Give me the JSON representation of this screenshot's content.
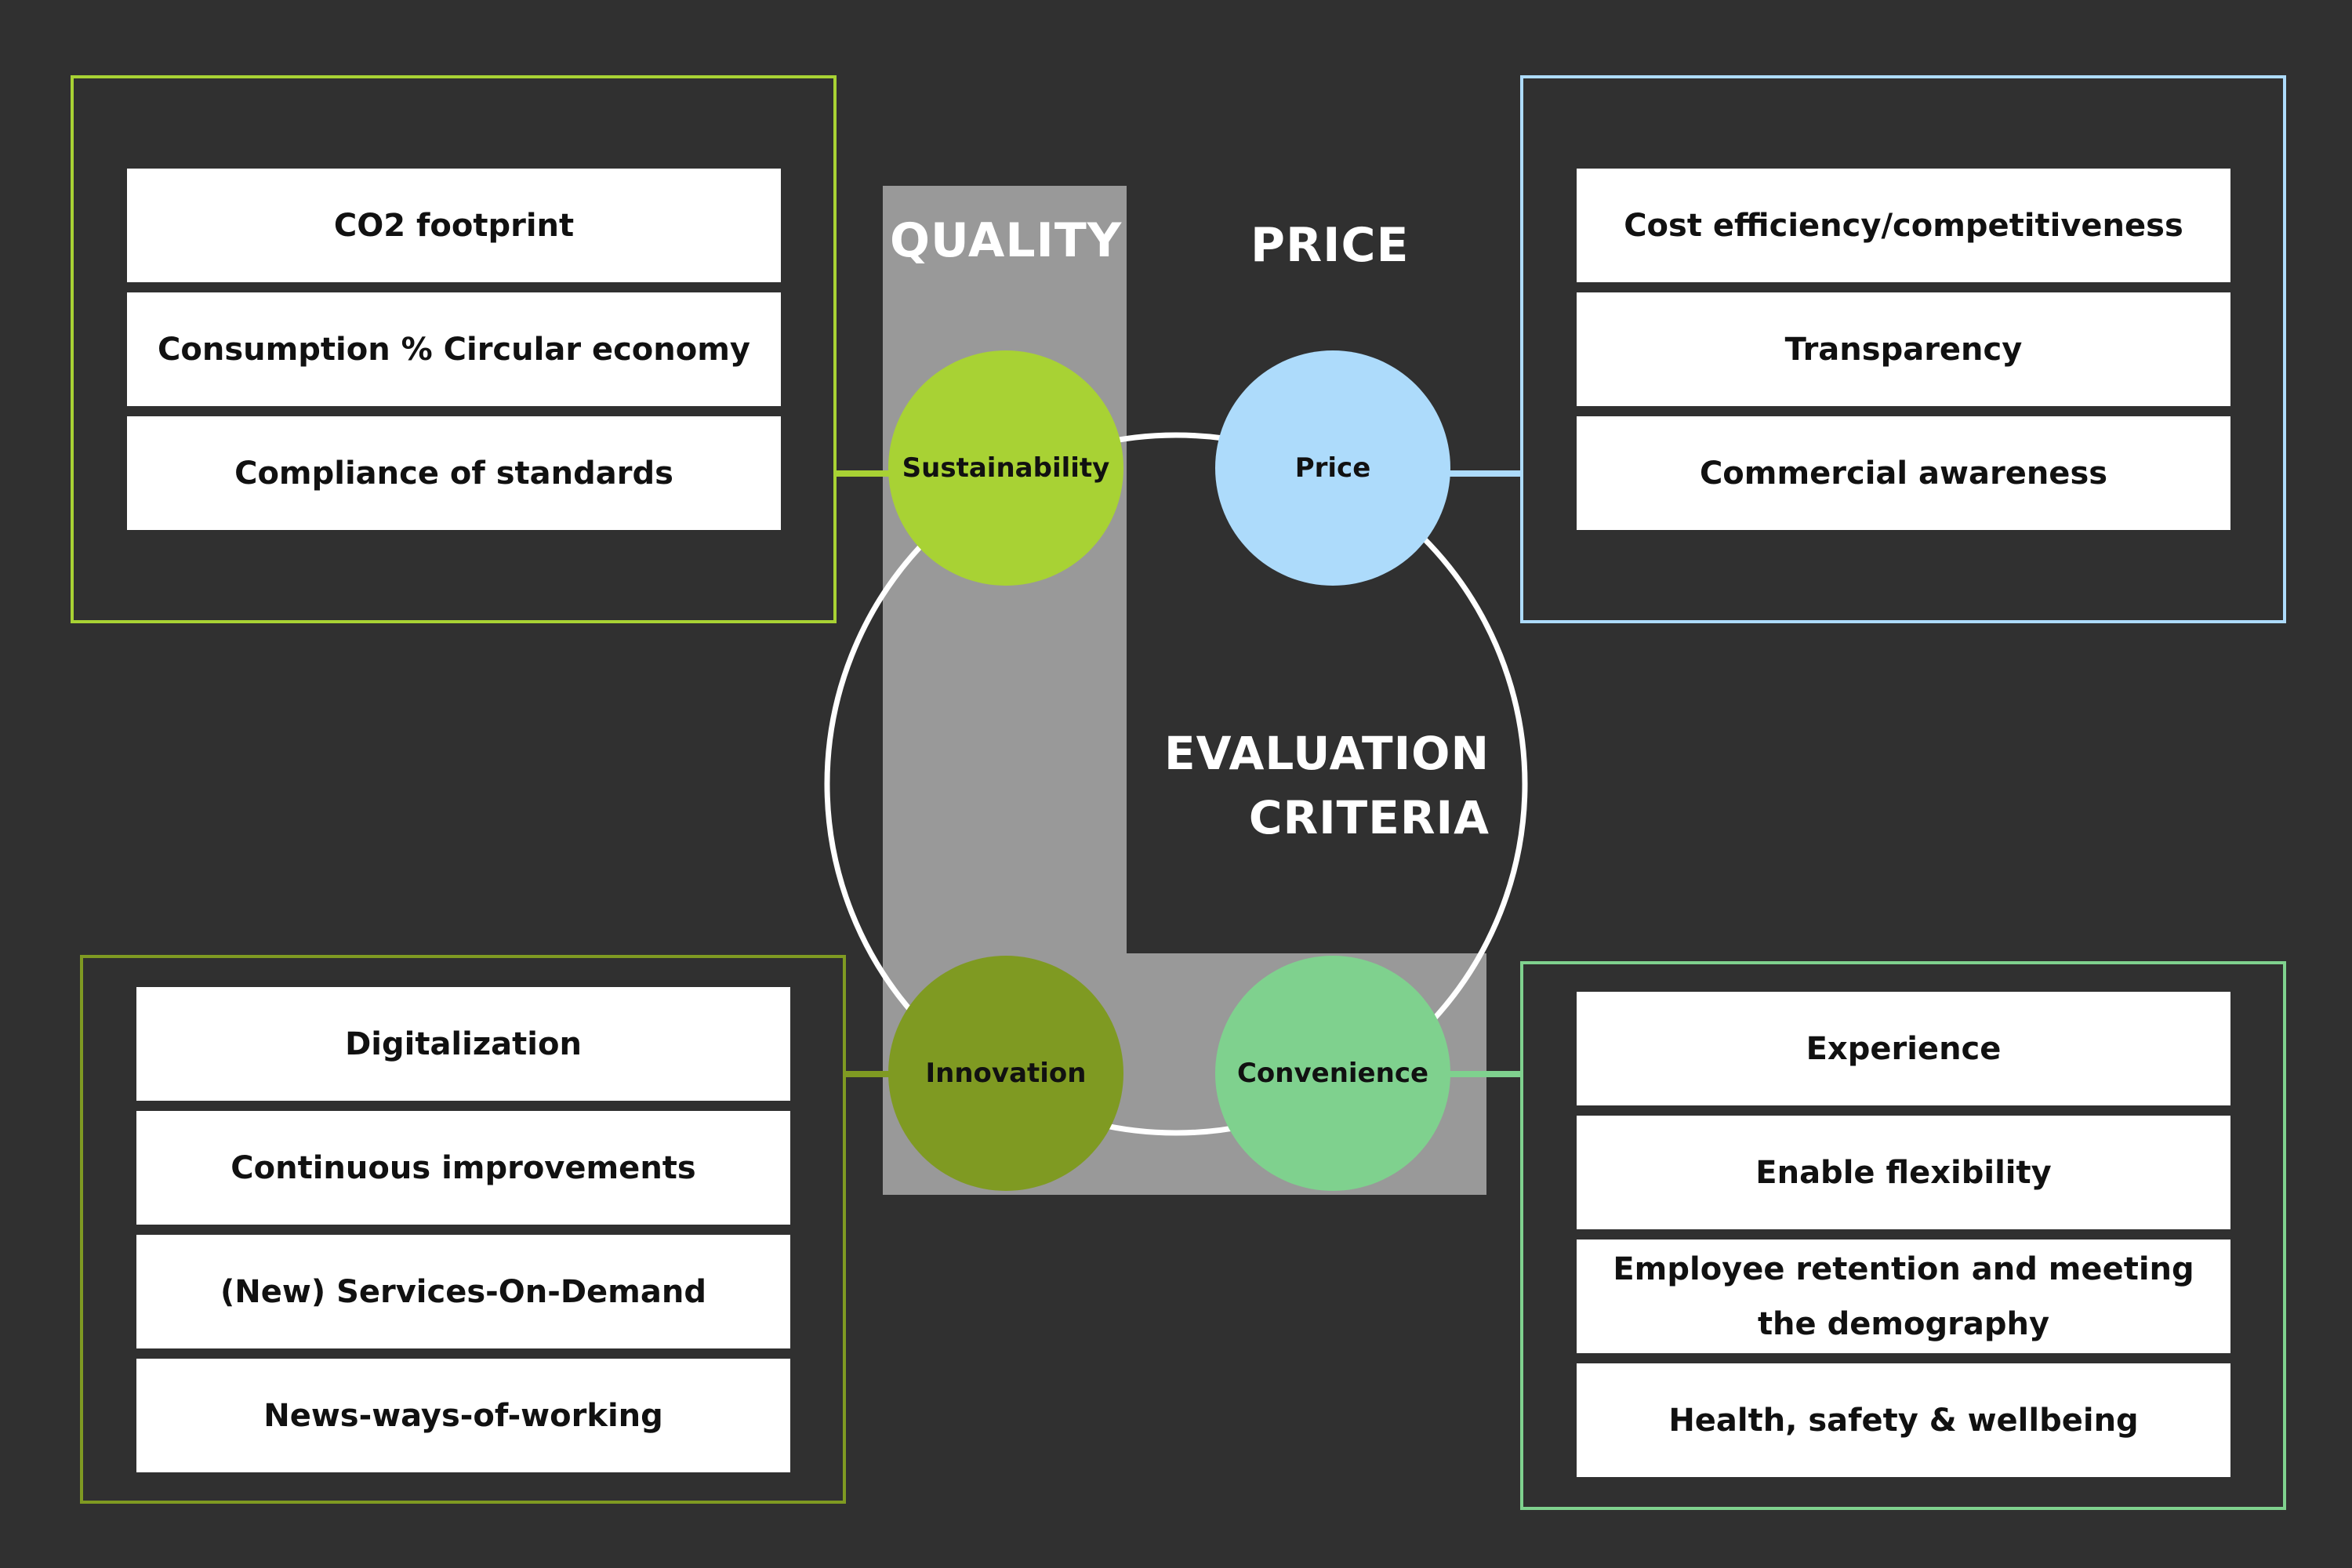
{
  "headings": {
    "quality": "QUALITY",
    "price": "PRICE",
    "title_line1": "EVALUATION",
    "title_line2": "CRITERIA"
  },
  "colors": {
    "background": "#303030",
    "quality_band": "#999999",
    "sustainability": "#a8d234",
    "price": "#addbfb",
    "innovation": "#7f9a22",
    "convenience": "#7fd18e",
    "ring": "#ffffff"
  },
  "nodes": {
    "sustainability": "Sustainability",
    "price": "Price",
    "innovation": "Innovation",
    "convenience": "Convenience"
  },
  "groups": {
    "sustainability": [
      "CO2 footprint",
      "Consumption % Circular economy",
      "Compliance of standards"
    ],
    "price": [
      "Cost efficiency/competitiveness",
      "Transparency",
      "Commercial awareness"
    ],
    "innovation": [
      "Digitalization",
      "Continuous improvements",
      "(New) Services-On-Demand",
      "News-ways-of-working"
    ],
    "convenience": [
      "Experience",
      "Enable flexibility",
      "Employee retention and meeting the demography",
      "Health, safety & wellbeing"
    ]
  }
}
